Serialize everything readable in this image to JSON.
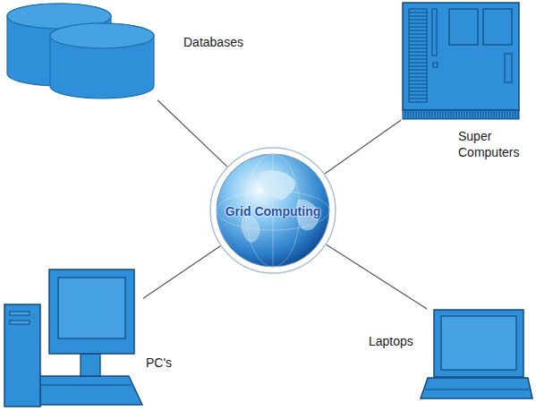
{
  "diagram": {
    "nodes": [
      {
        "text": [
          "Databases"
        ]
      },
      {
        "text": [
          "Super Computers"
        ]
      },
      {
        "text": [
          "Grid Computing"
        ]
      },
      {
        "text": [
          "PC's"
        ]
      },
      {
        "text": [
          "Laptops"
        ]
      }
    ],
    "edges": [
      {
        "from": 2,
        "to": 0,
        "arrow": "none"
      },
      {
        "from": 2,
        "to": 1,
        "arrow": "none"
      },
      {
        "from": 2,
        "to": 3,
        "arrow": "none"
      },
      {
        "from": 2,
        "to": 4,
        "arrow": "none"
      }
    ]
  }
}
